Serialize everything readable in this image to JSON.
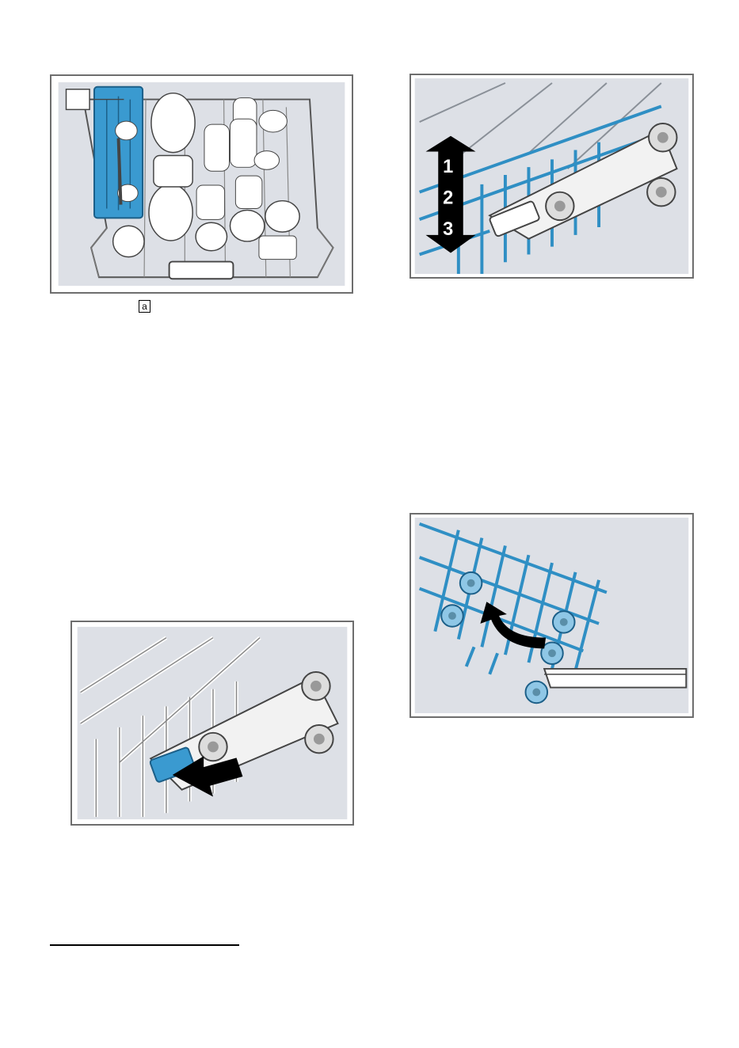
{
  "figures": {
    "basket": {
      "callout": "a"
    },
    "height_levels": {
      "levels": [
        "1",
        "2",
        "3"
      ]
    }
  },
  "colors": {
    "rack_blue": "#2f8fc4",
    "panel_background": "#dde0e6",
    "frame_border": "#6e6e6e"
  }
}
